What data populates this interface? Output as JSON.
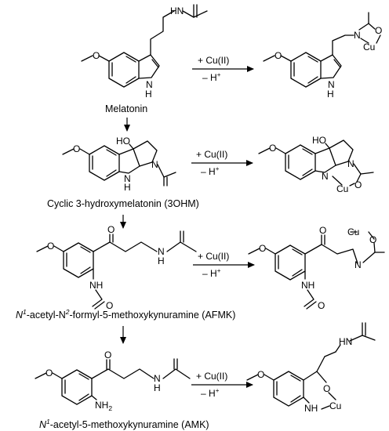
{
  "reactions": [
    {
      "name": "Melatonin",
      "reagent_top": "+ Cu(II)",
      "reagent_bottom": "– H",
      "reagent_bottom_sup": "+",
      "substrate_atoms": {
        "amide_nh": "HN",
        "methoxy_o": "O",
        "indole_n": "N",
        "indole_h": "H"
      },
      "complex_atoms": {
        "n": "N",
        "o": "O",
        "cu": "Cu",
        "indole_n": "N",
        "indole_h": "H",
        "methoxy_o": "O"
      }
    },
    {
      "name": "Cyclic 3-hydroxymelatonin (3OHM)",
      "reagent_top": "+ Cu(II)",
      "reagent_bottom": "– H",
      "reagent_bottom_sup": "+",
      "substrate_atoms": {
        "ho": "HO",
        "n": "N",
        "h": "H",
        "nh": "N",
        "methoxy_o": "O"
      },
      "complex_atoms": {
        "ho": "HO",
        "n_ring": "N",
        "n": "N",
        "o": "O",
        "cu": "Cu",
        "methoxy_o": "O"
      }
    },
    {
      "name_prefix": "N",
      "name_sup1": "1",
      "name_mid": "-acetyl-N",
      "name_sup2": "2",
      "name_suffix": "-formyl-5-methoxykynuramine (AFMK)",
      "reagent_top": "+ Cu(II)",
      "reagent_bottom": "– H",
      "reagent_bottom_sup": "+",
      "substrate_atoms": {
        "ketone_o": "O",
        "amide_nh": "N",
        "amide_h": "H",
        "formyl_nh": "NH",
        "formyl_o": "O",
        "methoxy_o": "O"
      },
      "complex_atoms": {
        "ketone_o": "O",
        "cu": "Cu",
        "o": "O",
        "n": "N",
        "formyl_nh": "NH",
        "formyl_o": "O",
        "methoxy_o": "O"
      }
    },
    {
      "name_prefix": "N",
      "name_sup1": "1",
      "name_suffix": "-acetyl-5-methoxykynuramine (AMK)",
      "reagent_top": "+ Cu(II)",
      "reagent_bottom": "– H",
      "reagent_bottom_sup": "+",
      "substrate_atoms": {
        "ketone_o": "O",
        "amide_nh": "N",
        "amide_h": "H",
        "nh2": "NH",
        "nh2_sub": "2",
        "methoxy_o": "O"
      },
      "complex_atoms": {
        "hn": "HN",
        "o": "O",
        "cu": "Cu",
        "nh": "NH",
        "methoxy_o": "O"
      }
    }
  ]
}
